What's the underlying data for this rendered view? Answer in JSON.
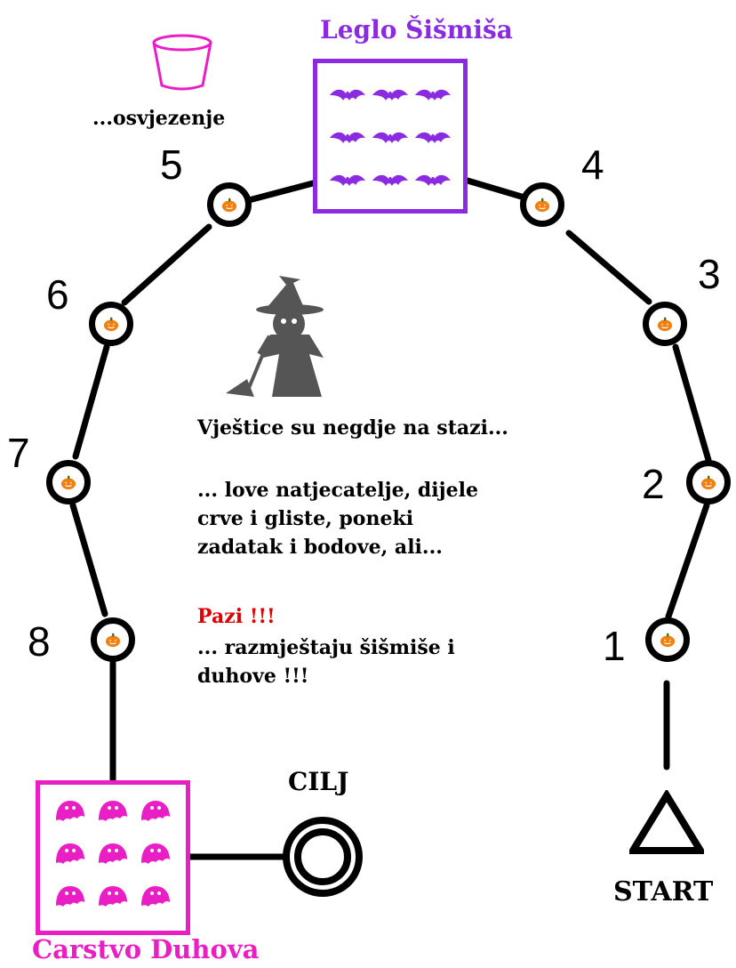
{
  "board": {
    "bat_lair_title": "Leglo Šišmiša",
    "ghost_realm_title": "Carstvo Duhova",
    "refresh_label": "...osvjezenje",
    "start_label": "START",
    "finish_label": "CILJ",
    "steps": [
      "1",
      "2",
      "3",
      "4",
      "5",
      "6",
      "7",
      "8"
    ]
  },
  "story": {
    "line1": "Vještice su negdje na stazi...",
    "line2": "... love natjecatelje, dijele",
    "line3": "crve i gliste, poneki",
    "line4": "zadatak i bodove, ali...",
    "warning": "Pazi !!!",
    "line5": "... razmještaju šišmiše i",
    "line6": "duhove !!!"
  },
  "colors": {
    "bat": "#8a2be2",
    "ghost": "#e91ec4",
    "pumpkin": "#f08010",
    "cup": "#e91ec4",
    "warning": "#e00000",
    "witch": "#555555"
  },
  "icons": {
    "field": "pumpkin-icon",
    "lair": "bat-icon",
    "realm": "ghost-icon",
    "refresh": "cup-icon",
    "start": "triangle-icon",
    "finish": "target-icon",
    "story": "witch-icon"
  }
}
